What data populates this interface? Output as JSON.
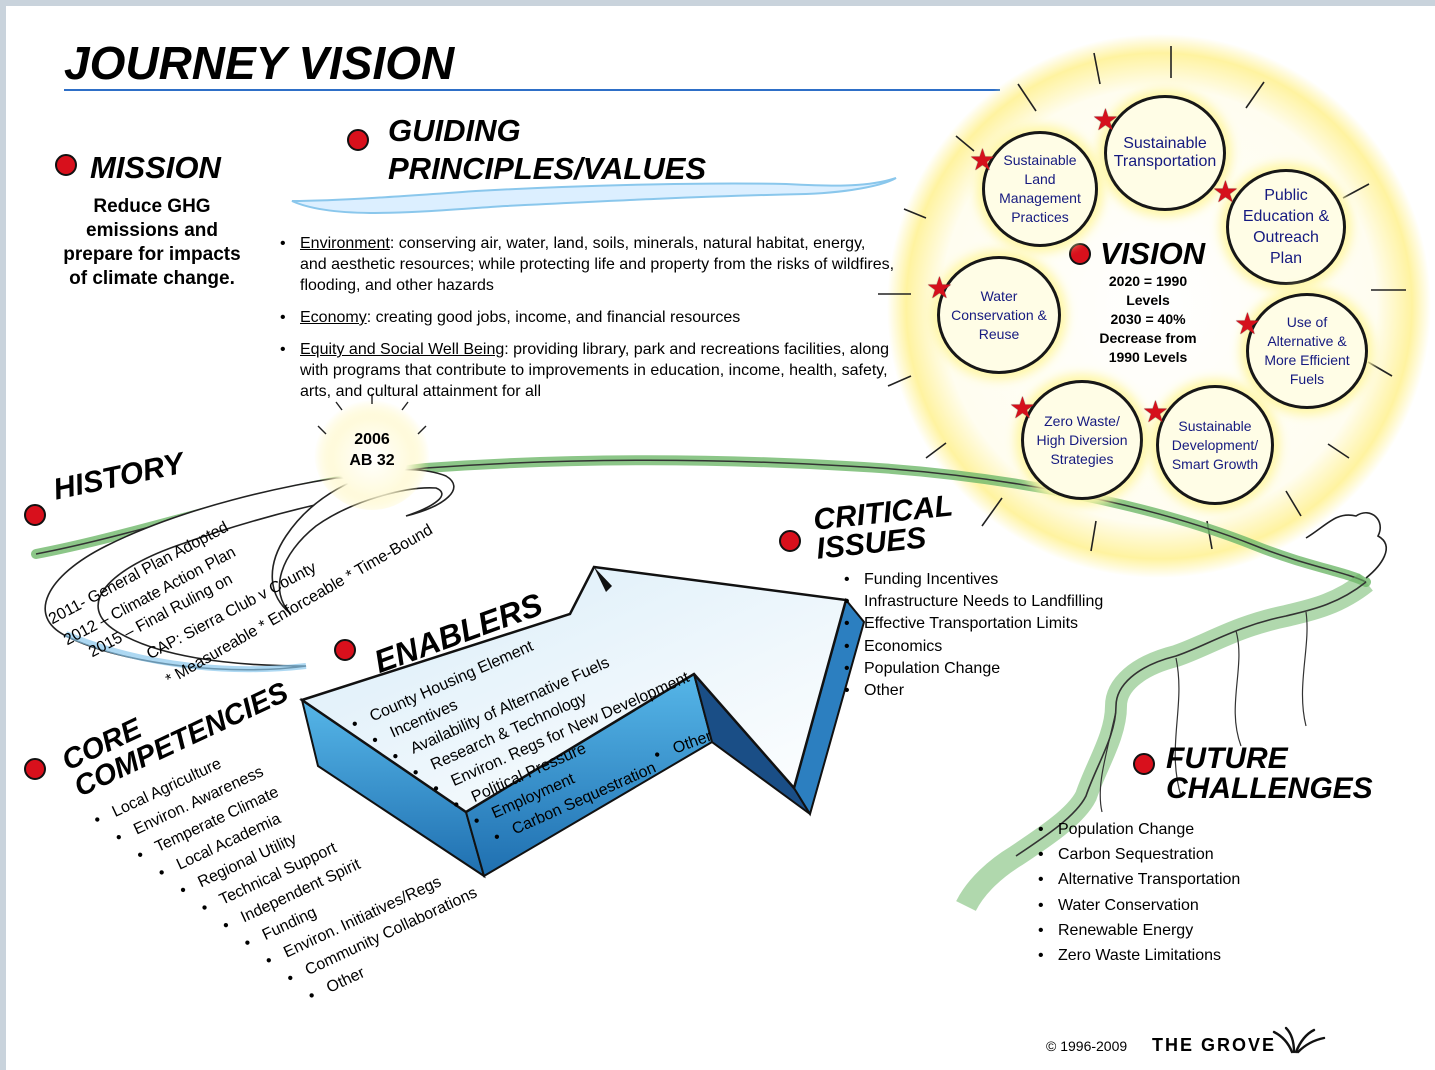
{
  "title": "JOURNEY VISION",
  "mission": {
    "heading": "MISSION",
    "text": "Reduce GHG emissions and prepare for impacts of climate change."
  },
  "guiding": {
    "heading_line1": "GUIDING",
    "heading_line2": "PRINCIPLES/VALUES",
    "items": [
      {
        "term": "Environment",
        "text": ": conserving air, water, land, soils, minerals, natural habitat, energy, and aesthetic resources; while protecting life and property from the risks of wildfires, flooding, and other hazards"
      },
      {
        "term": "Economy",
        "text": ": creating good jobs, income, and financial resources"
      },
      {
        "term": "Equity and Social Well Being",
        "text": ": providing library, park and recreations facilities, along with programs that contribute to improvements in education, income, health, safety, arts, and cultural attainment for all"
      }
    ]
  },
  "milestone": {
    "year": "2006",
    "label": "AB 32"
  },
  "history": {
    "heading": "HISTORY",
    "items": [
      "2011- General Plan Adopted",
      "2012 – Climate Action Plan",
      "2015 – Final Ruling on",
      "CAP: Sierra Club v County",
      "* Measureable * Enforceable * Time-Bound"
    ]
  },
  "vision": {
    "heading": "VISION",
    "lines": [
      "2020 = 1990",
      "Levels",
      "2030 = 40%",
      "Decrease from",
      "1990 Levels"
    ],
    "goals": [
      "Sustainable Transportation",
      "Sustainable Land Management Practices",
      "Public Education & Outreach Plan",
      "Water Conservation & Reuse",
      "Use of Alternative & More Efficient Fuels",
      "Zero Waste/ High Diversion Strategies",
      "Sustainable Development/ Smart Growth"
    ]
  },
  "critical": {
    "heading_line1": "CRITICAL",
    "heading_line2": "ISSUES",
    "items": [
      "Funding Incentives",
      "Infrastructure Needs to Landfilling",
      "Effective Transportation Limits",
      "Economics",
      "Population Change",
      "Other"
    ]
  },
  "enablers": {
    "heading": "ENABLERS",
    "items": [
      "County Housing Element",
      "Incentives",
      "Availability of Alternative Fuels",
      "Research & Technology",
      "Environ. Regs for New Development",
      "Political Pressure",
      "Employment",
      "Carbon Sequestration"
    ],
    "other": "Other"
  },
  "core": {
    "heading_line1": "CORE",
    "heading_line2": "COMPETENCIES",
    "items": [
      "Local Agriculture",
      "Environ. Awareness",
      "Temperate Climate",
      "Local Academia",
      "Regional Utility",
      "Technical Support",
      "Independent Spirit",
      "Funding",
      "Environ. Initiatives/Regs",
      "Community Collaborations",
      "Other"
    ]
  },
  "future": {
    "heading_line1": "FUTURE",
    "heading_line2": "CHALLENGES",
    "items": [
      "Population Change",
      "Carbon Sequestration",
      "Alternative Transportation",
      "Water Conservation",
      "Renewable Energy",
      "Zero Waste Limitations"
    ]
  },
  "footer": {
    "copyright": "© 1996-2009",
    "brand": "THE GROVE"
  },
  "colors": {
    "bullet_red": "#d8101c",
    "goal_text": "#161a80",
    "arrow_blue": "#3a9fd8",
    "glow_yellow": "#fff3a0",
    "ground_green": "#6fb86a",
    "rule_blue": "#2e6fc7"
  }
}
